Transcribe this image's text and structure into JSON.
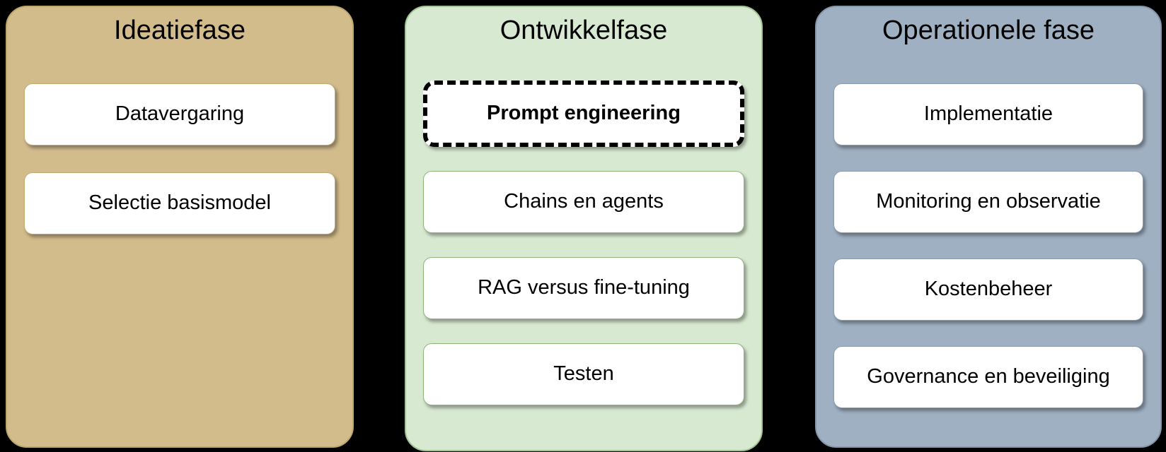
{
  "diagram": {
    "background_color": "#000000",
    "columns": [
      {
        "title": "Ideatiefase",
        "fill_color": "#d2bc8c",
        "border_color": "#bfa76c",
        "items": [
          {
            "label": "Datavergaring",
            "highlighted": false
          },
          {
            "label": "Selectie basismodel",
            "highlighted": false
          }
        ]
      },
      {
        "title": "Ontwikkelfase",
        "fill_color": "#d8e9d2",
        "border_color": "#a3c493",
        "items": [
          {
            "label": "Prompt engineering",
            "highlighted": true
          },
          {
            "label": "Chains en agents",
            "highlighted": false
          },
          {
            "label": "RAG versus fine-tuning",
            "highlighted": false
          },
          {
            "label": "Testen",
            "highlighted": false
          }
        ]
      },
      {
        "title": "Operationele fase",
        "fill_color": "#9fb0c2",
        "border_color": "#8496ab",
        "items": [
          {
            "label": "Implementatie",
            "highlighted": false
          },
          {
            "label": "Monitoring en observatie",
            "highlighted": false
          },
          {
            "label": "Kostenbeheer",
            "highlighted": false
          },
          {
            "label": "Governance en beveiliging",
            "highlighted": false
          }
        ]
      }
    ]
  }
}
